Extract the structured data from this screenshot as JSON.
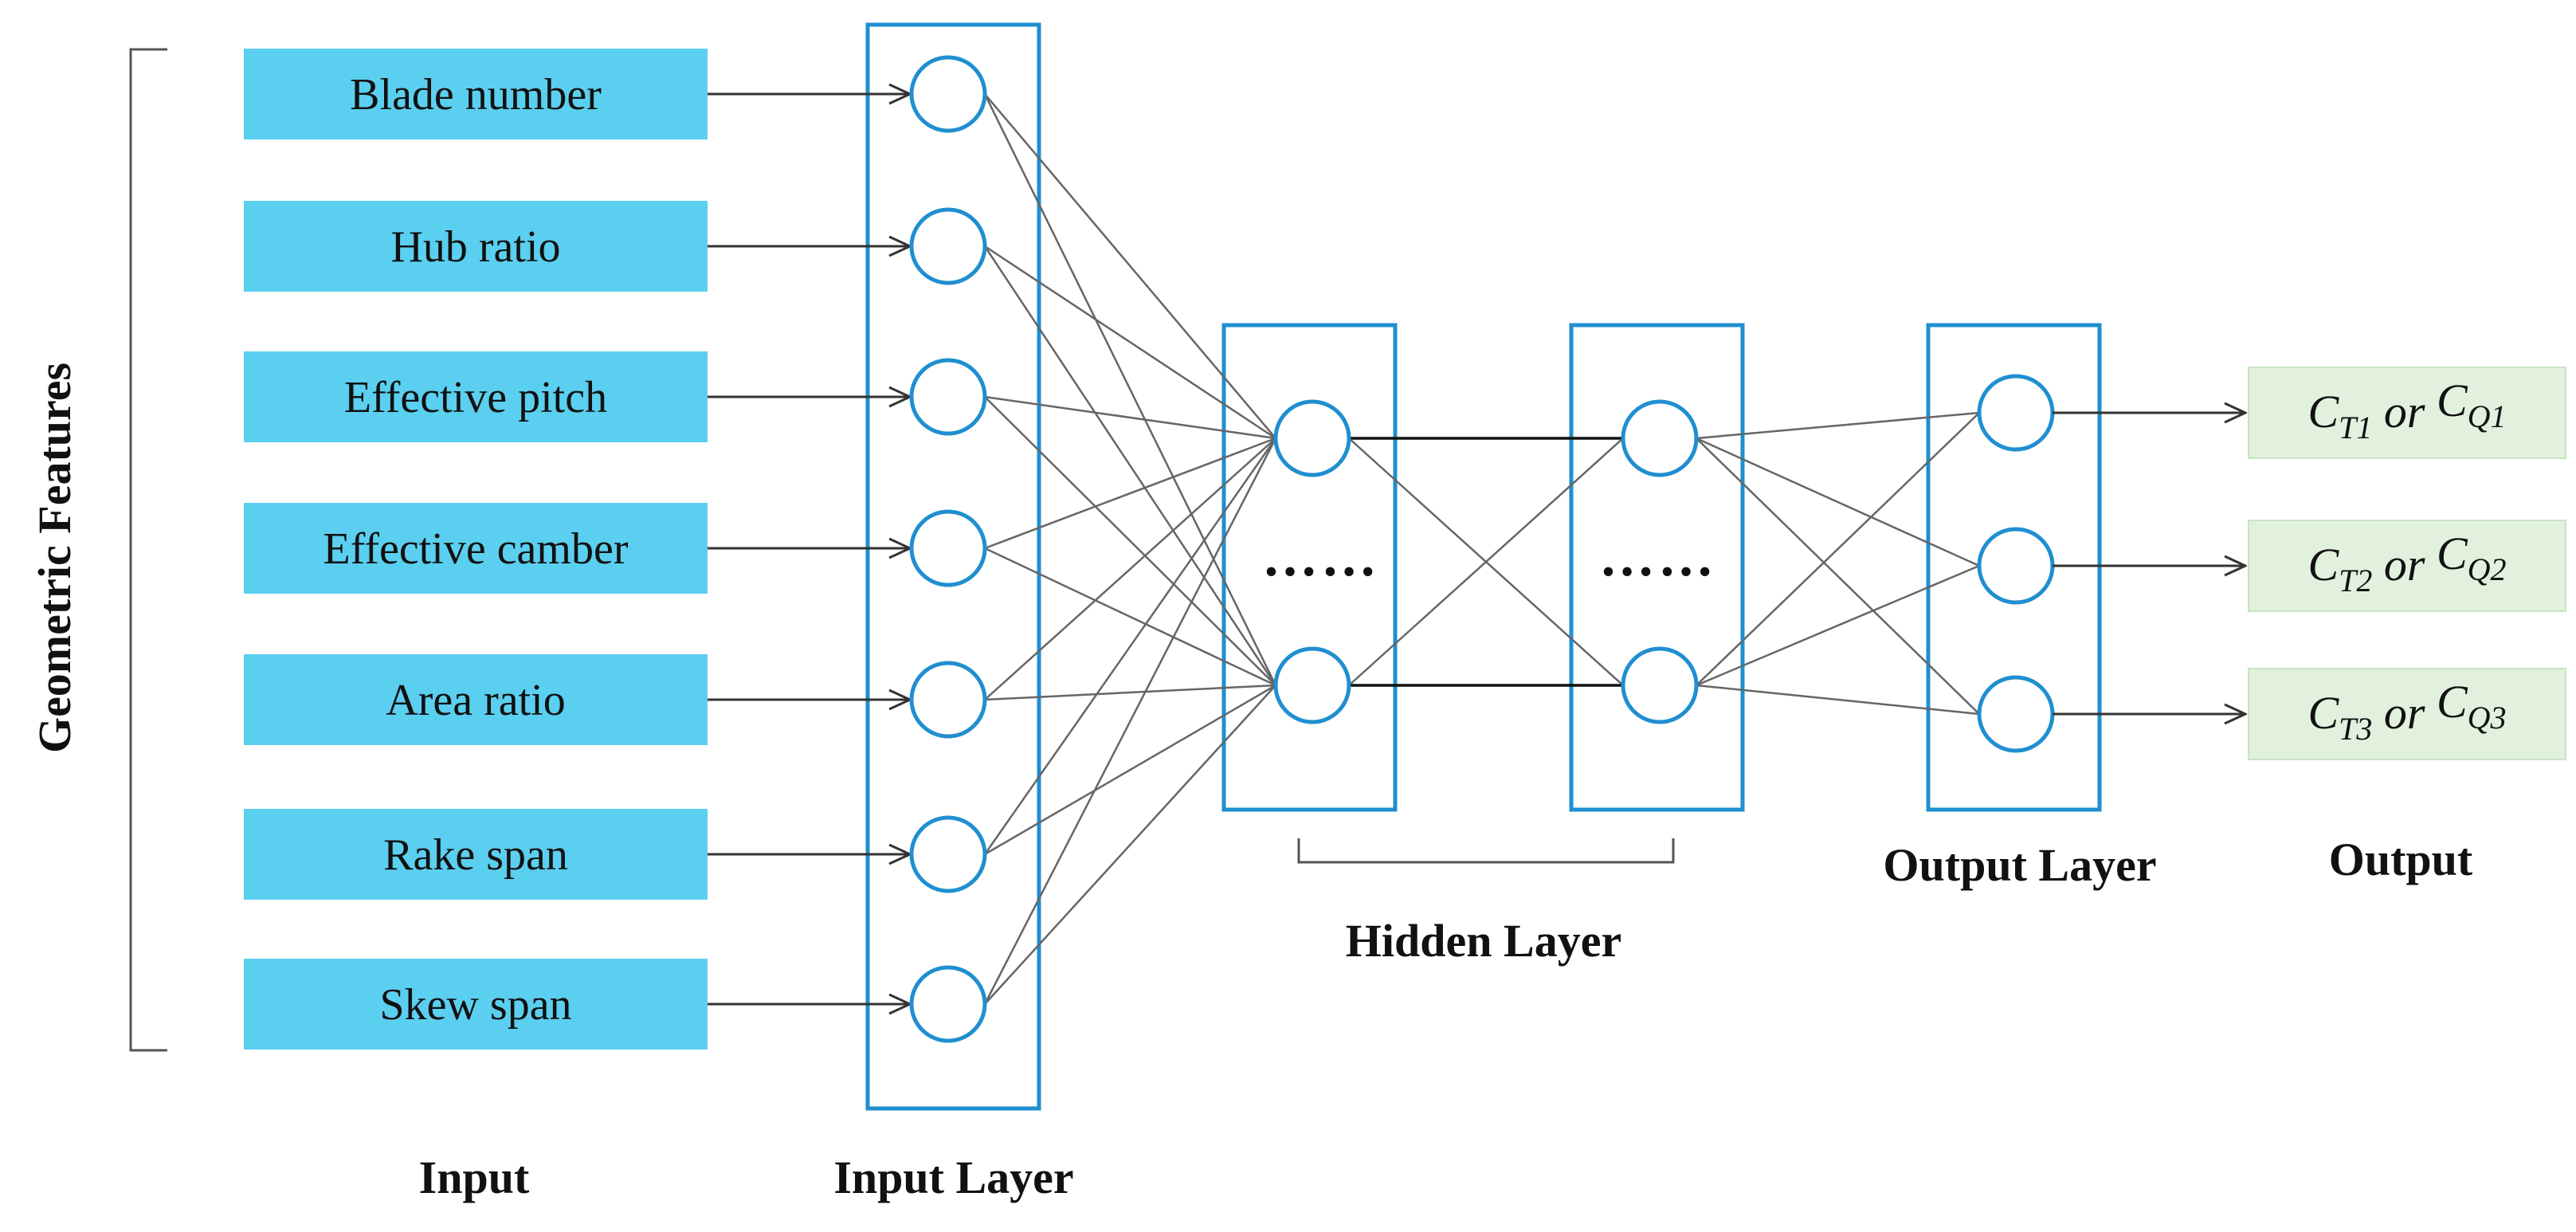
{
  "side_label": "Geometric Features",
  "input_features": [
    "Blade number",
    "Hub ratio",
    "Effective pitch",
    "Effective camber",
    "Area ratio",
    "Rake span",
    "Skew span"
  ],
  "hidden_ellipsis": "……",
  "outputs": [
    {
      "c1": "C",
      "s1": "T1",
      "mid": " or ",
      "c2": "C",
      "s2": "Q1"
    },
    {
      "c1": "C",
      "s1": "T2",
      "mid": " or ",
      "c2": "C",
      "s2": "Q2"
    },
    {
      "c1": "C",
      "s1": "T3",
      "mid": " or ",
      "c2": "C",
      "s2": "Q3"
    }
  ],
  "labels": {
    "input": "Input",
    "input_layer": "Input Layer",
    "hidden_layer": "Hidden Layer",
    "output_layer": "Output Layer",
    "output": "Output"
  },
  "colors": {
    "feature_box": "#5BCFEF",
    "layer_stroke": "#1F8FD0",
    "output_box": "#E2F1DE",
    "output_box_border": "#C9E4C3",
    "edge": "#666666",
    "arrow": "#333333"
  }
}
